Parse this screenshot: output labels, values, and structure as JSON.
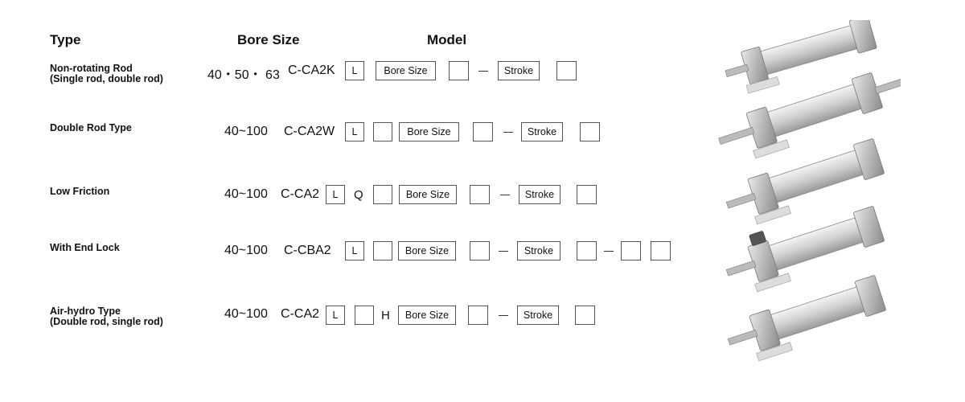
{
  "headers": {
    "type": "Type",
    "bore_size": "Bore Size",
    "model": "Model"
  },
  "rows": [
    {
      "label_line1": "Non-rotating Rod",
      "label_line2": "(Single rod, double rod)",
      "bore_range": "40・50・ 63",
      "prefix": "C-CA2K",
      "box1": "L",
      "bore_box": "Bore Size",
      "stroke_box": "Stroke"
    },
    {
      "label_line1": "Double Rod Type",
      "bore_range": "40~100",
      "prefix": "C-CA2W",
      "box1": "L",
      "bore_box": "Bore Size",
      "stroke_box": "Stroke"
    },
    {
      "label_line1": "Low Friction",
      "bore_range": "40~100",
      "prefix": "C-CA2",
      "box1": "L",
      "fixed_letter": "Q",
      "bore_box": "Bore Size",
      "stroke_box": "Stroke"
    },
    {
      "label_line1": "With End Lock",
      "bore_range": "40~100",
      "prefix": "C-CBA2",
      "box1": "L",
      "bore_box": "Bore Size",
      "stroke_box": "Stroke"
    },
    {
      "label_line1": "Air-hydro Type",
      "label_line2": "(Double rod, single rod)",
      "bore_range": "40~100",
      "prefix": "C-CA2",
      "box1": "L",
      "fixed_letter": "H",
      "bore_box": "Bore Size",
      "stroke_box": "Stroke"
    }
  ]
}
